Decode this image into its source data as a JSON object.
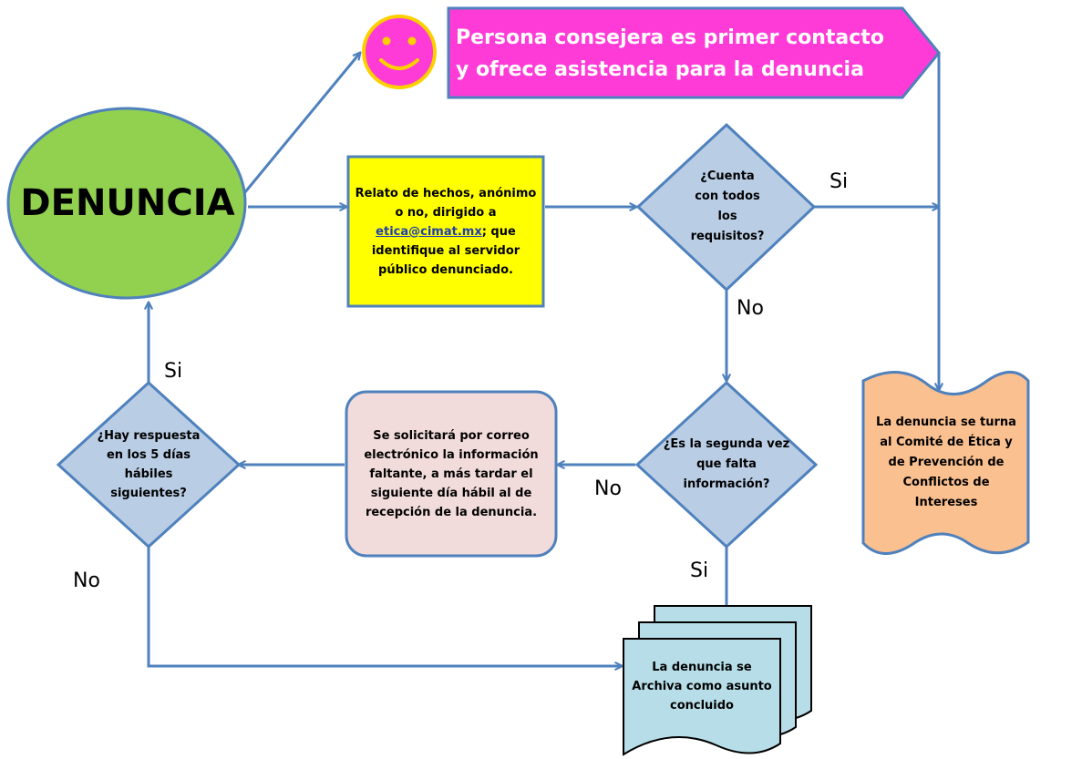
{
  "nodes": {
    "denuncia": "DENUNCIA",
    "consejera_line1": "Persona consejera es primer contacto",
    "consejera_line2": "y ofrece asistencia para la denuncia",
    "relato_pre": "Relato de hechos, anónimo o no, dirigido a",
    "relato_email": "etica@cimat.mx",
    "relato_post": "; que identifique al servidor público denunciado.",
    "cuenta_requisitos": "¿Cuenta con todos los requisitos?",
    "segunda_vez": "¿Es la segunda vez que falta información?",
    "solicitara": "Se solicitará por correo electrónico la información faltante, a más tardar el siguiente día hábil al de recepción de la denuncia.",
    "hay_respuesta": "¿Hay respuesta en los  5 días hábiles siguientes?",
    "comite": "La denuncia se turna al Comité de Ética y de Prevención de Conflictos de Intereses",
    "archiva": "La denuncia se Archiva como asunto concluido"
  },
  "labels": {
    "si_requisitos": "Si",
    "no_requisitos": "No",
    "no_segunda": "No",
    "si_segunda": "Si",
    "si_respuesta": "Si",
    "no_respuesta": "No"
  },
  "colors": {
    "arrow": "#4f81bd",
    "denuncia": "#92d050",
    "smiley": "#ff3bd7",
    "smiley_features": "#ffd000",
    "consejera": "#ff3bd7",
    "consejera_text": "#ffffff",
    "relato": "#ffff00",
    "decision": "#b9cde5",
    "solicitara": "#f2dcdb",
    "comite": "#fac090",
    "archiva": "#b7dee8"
  }
}
